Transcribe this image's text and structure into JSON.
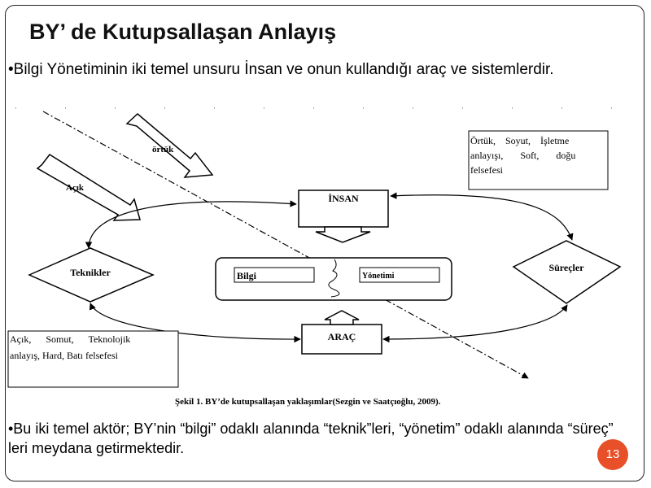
{
  "slide": {
    "title": "BY’ de Kutupsallaşan Anlayış",
    "bullet_top": "•Bilgi Yönetiminin iki temel unsuru İnsan ve onun kullandığı araç ve sistemlerdir.",
    "bullet_bottom": "•Bu iki temel aktör; BY’nin “bilgi” odaklı alanında “teknik”leri, “yönetim” odaklı alanında “süreç” leri meydana getirmektedir.",
    "page_number": "13"
  },
  "diagram": {
    "arrow_ortuk_label": "örtük",
    "arrow_acik_label": "Açık",
    "insan_label": "İNSAN",
    "arac_label": "ARAÇ",
    "teknikler_label": "Teknikler",
    "surecler_label": "Süreçler",
    "bilgi_label": "Bilgi",
    "yonetimi_label": "Yönetimi",
    "right_box_lines": [
      "Örtük,    Soyut,    İşletme",
      "anlayışı,       Soft,       doğu",
      "felsefesi"
    ],
    "left_box_lines": [
      "Açık,      Somut,      Teknolojik",
      "anlayış, Hard, Batı felsefesi"
    ],
    "caption": "Şekil 1. BY’de kutupsallaşan yaklaşımlar(Sezgin ve Saatçıoğlu, 2009)."
  }
}
